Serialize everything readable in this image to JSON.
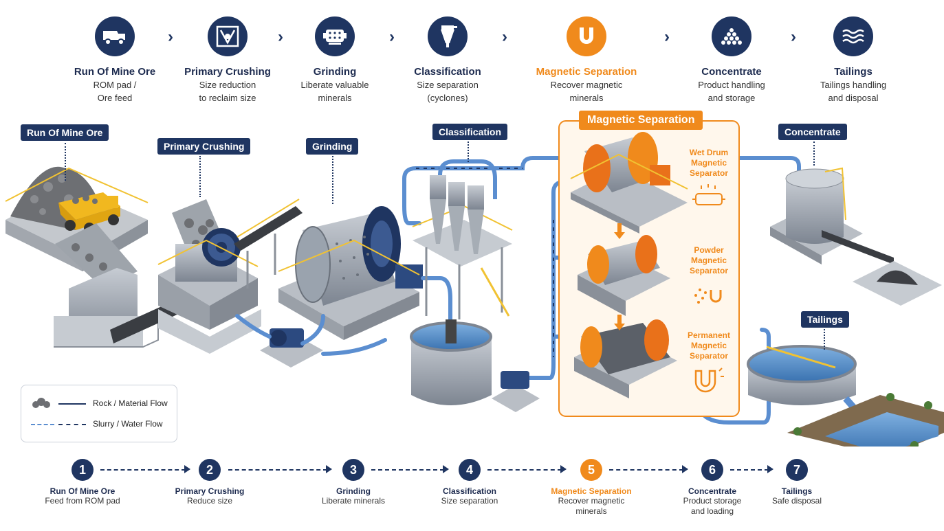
{
  "colors": {
    "navy": "#1f3561",
    "accent": "#f08a1c",
    "steel": "#9aa3ae",
    "pipe": "#5b8ed0",
    "water": "#4c86c4",
    "yellow": "#f1c232"
  },
  "top_steps": [
    {
      "title": "Run Of Mine Ore",
      "desc1": "ROM pad /",
      "desc2": "Ore feed",
      "icon": "dump-truck-icon"
    },
    {
      "title": "Primary Crushing",
      "desc1": "Size reduction",
      "desc2": "to reclaim size",
      "icon": "crusher-icon"
    },
    {
      "title": "Grinding",
      "desc1": "Liberate valuable",
      "desc2": "minerals",
      "icon": "mill-icon"
    },
    {
      "title": "Classification",
      "desc1": "Size separation",
      "desc2": "(cyclones)",
      "icon": "cyclone-icon"
    },
    {
      "title": "Magnetic Separation",
      "desc1": "Recover magnetic",
      "desc2": "minerals",
      "icon": "magnet-icon"
    },
    {
      "title": "Concentrate",
      "desc1": "Product handling",
      "desc2": "and storage",
      "icon": "stockpile-icon"
    },
    {
      "title": "Tailings",
      "desc1": "Tailings handling",
      "desc2": "and disposal",
      "icon": "waves-icon"
    }
  ],
  "tags": {
    "rom": "Run Of Mine Ore",
    "crushing": "Primary Crushing",
    "grinding": "Grinding",
    "classification": "Classification",
    "magsep": "Magnetic Separation",
    "concentrate": "Concentrate",
    "tailings": "Tailings"
  },
  "separators": [
    {
      "l1": "Wet Drum",
      "l2": "Magnetic",
      "l3": "Separator"
    },
    {
      "l1": "Powder",
      "l2": "Magnetic",
      "l3": "Separator"
    },
    {
      "l1": "Permanent",
      "l2": "Magnetic",
      "l3": "Separator"
    }
  ],
  "legend": {
    "rock": "Rock / Material Flow",
    "slurry": "Slurry / Water Flow"
  },
  "bottom_steps": [
    {
      "num": "1",
      "title": "Run Of Mine Ore",
      "d1": "Feed from ROM pad",
      "d2": ""
    },
    {
      "num": "2",
      "title": "Primary Crushing",
      "d1": "Reduce size",
      "d2": ""
    },
    {
      "num": "3",
      "title": "Grinding",
      "d1": "Liberate minerals",
      "d2": ""
    },
    {
      "num": "4",
      "title": "Classification",
      "d1": "Size separation",
      "d2": ""
    },
    {
      "num": "5",
      "title": "Magnetic Separation",
      "d1": "Recover magnetic",
      "d2": "minerals"
    },
    {
      "num": "6",
      "title": "Concentrate",
      "d1": "Product storage",
      "d2": "and loading"
    },
    {
      "num": "7",
      "title": "Tailings",
      "d1": "Safe disposal",
      "d2": ""
    }
  ]
}
